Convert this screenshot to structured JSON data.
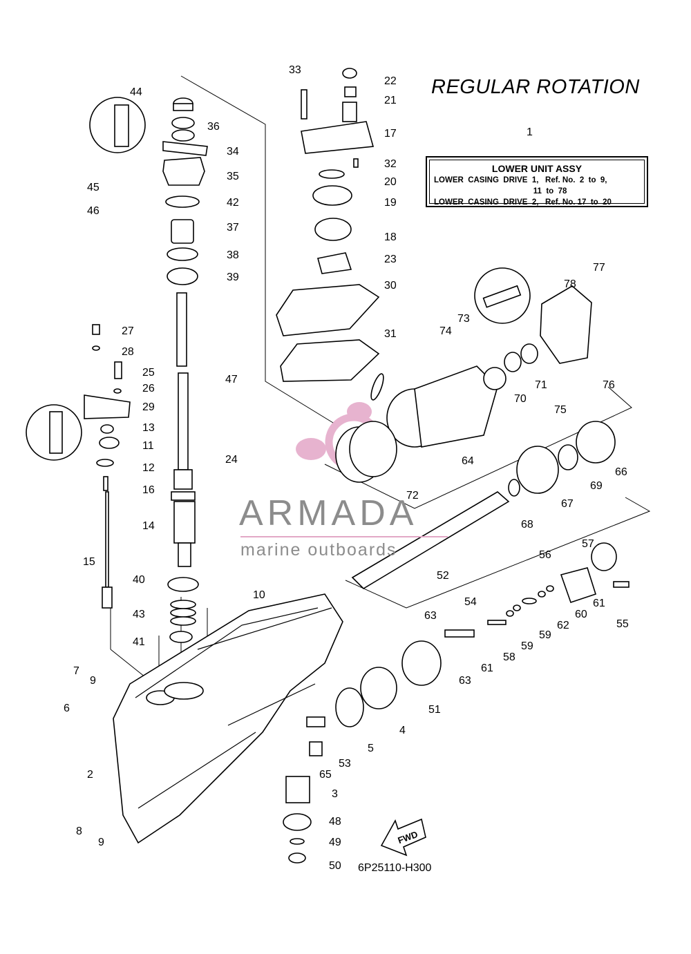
{
  "title": "REGULAR ROTATION",
  "assembly": {
    "ref": "1",
    "heading": "LOWER UNIT ASSY",
    "lines": [
      "LOWER  CASING  DRIVE  1,   Ref. No.  2  to  9,",
      "                                             11  to  78",
      "LOWER  CASING  DRIVE  2,   Ref. No. 17  to  20"
    ]
  },
  "watermark": {
    "brand": "ARMADA",
    "tagline": "marine outboards",
    "colors": {
      "logo": "#e3a6c7",
      "text": "#8c8c8c"
    }
  },
  "fwd_label": "FWD",
  "diagram_code": "6P25110-H300",
  "callouts": [
    "2",
    "3",
    "4",
    "5",
    "6",
    "7",
    "8",
    "9",
    "9",
    "10",
    "11",
    "12",
    "13",
    "14",
    "15",
    "16",
    "17",
    "18",
    "19",
    "20",
    "21",
    "22",
    "23",
    "24",
    "25",
    "26",
    "27",
    "28",
    "29",
    "30",
    "31",
    "32",
    "33",
    "34",
    "35",
    "36",
    "37",
    "38",
    "39",
    "40",
    "41",
    "42",
    "43",
    "44",
    "45",
    "46",
    "47",
    "48",
    "49",
    "50",
    "51",
    "52",
    "53",
    "54",
    "55",
    "56",
    "57",
    "58",
    "59",
    "59",
    "60",
    "61",
    "61",
    "62",
    "63",
    "63",
    "65",
    "64",
    "66",
    "67",
    "68",
    "69",
    "70",
    "71",
    "72",
    "73",
    "74",
    "75",
    "76",
    "77",
    "78"
  ]
}
